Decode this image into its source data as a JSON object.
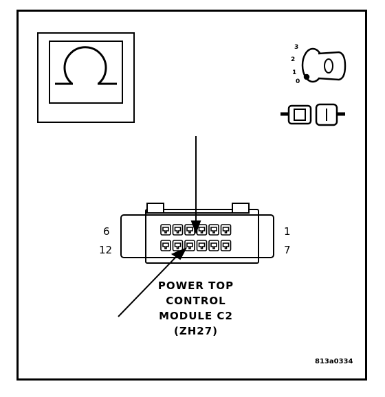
{
  "connector": {
    "name_lines": [
      "POWER TOP",
      "CONTROL",
      "MODULE C2",
      "(ZH27)"
    ],
    "pin_left_top": "6",
    "pin_left_bottom": "12",
    "pin_right_top": "1",
    "pin_right_bottom": "7"
  },
  "ignition": {
    "positions": [
      "3",
      "2",
      "1",
      "0"
    ]
  },
  "figure_code": "813a0334",
  "colors": {
    "line": "#000000",
    "background": "#ffffff"
  },
  "icons": {
    "meter": "ohmmeter-icon",
    "key": "ignition-key-icon",
    "plug": "disconnected-connector-icon"
  }
}
